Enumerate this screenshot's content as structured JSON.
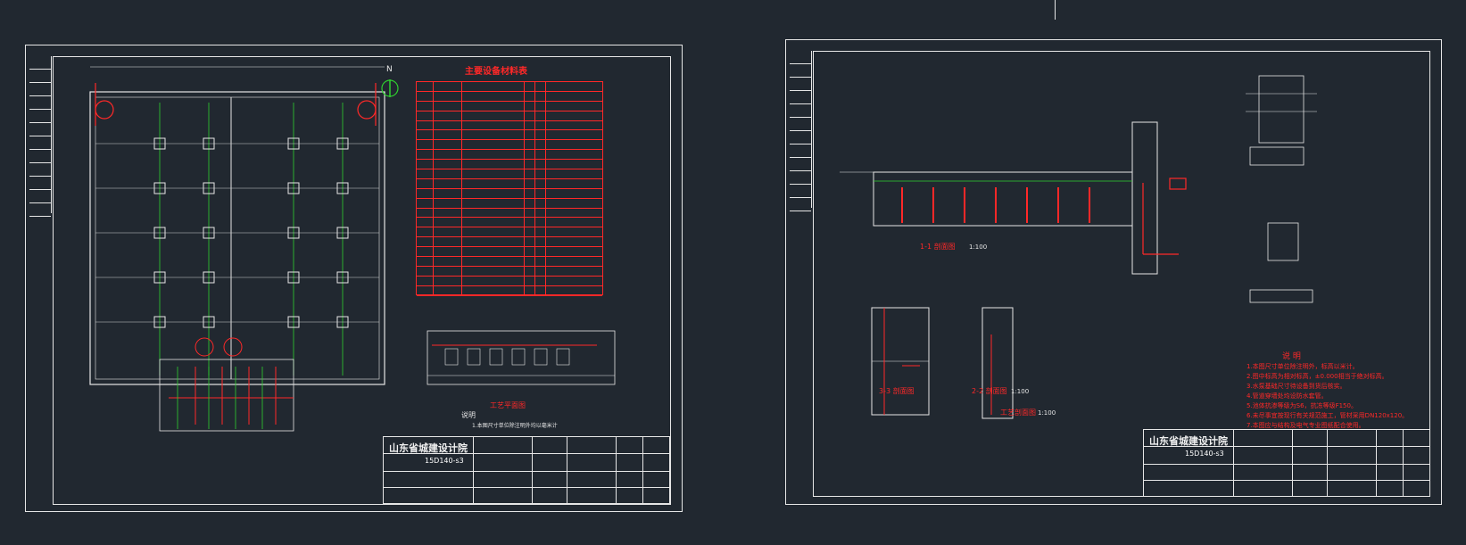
{
  "sheet1": {
    "north_label": "N",
    "equipment_table_title": "主要设备材料表",
    "drawing_number": "15D140-s3",
    "org_name": "山东省城建设计院",
    "plan_caption": "工艺平面图",
    "notes_title": "说明",
    "note_line": "1.本图尺寸单位除注明外均以毫米计"
  },
  "sheet2": {
    "section_1_caption": "1-1 剖面图",
    "section_1_scale": "1:100",
    "section_3_caption": "3-3 剖面图",
    "section_2_caption": "2-2 剖面图",
    "section_2_scale": "1:100",
    "process_caption": "工艺剖面图",
    "process_scale": "1:100",
    "notes_title": "说  明",
    "notes": [
      "1.本图尺寸单位除注明外，标高以米计。",
      "2.图中标高为相对标高，±0.000相当于绝对标高。",
      "3.水泵基础尺寸待设备到货后核实。",
      "4.管道穿墙处均设防水套管。",
      "5.池体抗渗等级为S6，抗冻等级F150。",
      "6.未尽事宜按现行有关规范施工，管材采用DN120x120。",
      "7.本图应与结构及电气专业图纸配合使用。"
    ],
    "drawing_number": "15D140-s3",
    "org_name": "山东省城建设计院"
  },
  "colors": {
    "background": "#212830",
    "line_white": "#e6e6e6",
    "line_red": "#ff2828",
    "line_green": "#2fd02f",
    "line_magenta": "#ff40ff"
  }
}
